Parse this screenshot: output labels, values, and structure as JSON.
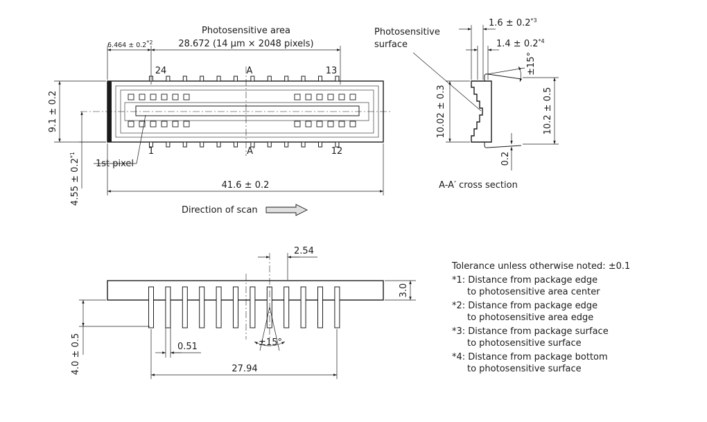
{
  "top_view": {
    "photosensitive_area_label": "Photosensitive area",
    "photosensitive_area_dim": "28.672 (14 µm × 2048 pixels)",
    "edge_dim": "6.464 ± 0.2",
    "edge_dim_note": "*2",
    "pin_24": "24",
    "pin_13": "13",
    "pin_1": "1",
    "pin_12": "12",
    "section_a": "A",
    "section_a_prime": "A′",
    "height_dim": "9.1 ± 0.2",
    "center_dim": "4.55 ± 0.2",
    "center_dim_note": "*1",
    "first_pixel_label": "1st pixel",
    "length_dim": "41.6 ± 0.2",
    "scan_direction_label": "Direction of scan"
  },
  "cross_section": {
    "surface_label_line1": "Photosensitive",
    "surface_label_line2": "surface",
    "dim_1": "1.6 ± 0.2",
    "dim_1_note": "*3",
    "dim_2": "1.4 ± 0.2",
    "dim_2_note": "*4",
    "angle": "±15°",
    "body_height": "10.02 ± 0.3",
    "total_height": "10.2 ± 0.5",
    "lead_thickness": "0.2",
    "caption": "A-A′ cross section"
  },
  "side_view": {
    "pitch": "2.54",
    "package_thickness": "3.0",
    "lead_length": "4.0 ± 0.5",
    "lead_width": "0.51",
    "angle": "±15°",
    "pin_span": "27.94"
  },
  "notes": {
    "tolerance": "Tolerance unless otherwise noted: ±0.1",
    "note1_line1": "*1: Distance from package edge",
    "note1_line2": "to photosensitive area center",
    "note2_line1": "*2: Distance from package edge",
    "note2_line2": "to photosensitive area edge",
    "note3_line1": "*3: Distance from package surface",
    "note3_line2": "to photosensitive surface",
    "note4_line1": "*4: Distance from package bottom",
    "note4_line2": "to photosensitive surface"
  }
}
